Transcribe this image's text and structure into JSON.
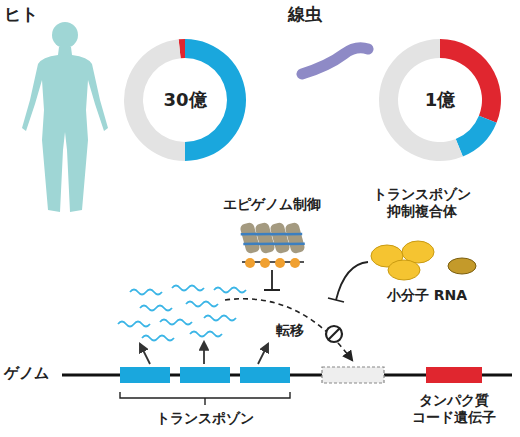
{
  "diagram": {
    "nodes": [
      {
        "text": [
          "30億"
        ]
      },
      {
        "text": [
          "1億"
        ]
      }
    ],
    "labels": [
      "ヒト",
      "線虫",
      "エピゲノム制御",
      "トランスポゾン 抑制複合体",
      "小分子 RNA",
      "転移",
      "ゲノム",
      "トランスポゾン",
      "タンパク質 コード遺伝子"
    ]
  }
}
